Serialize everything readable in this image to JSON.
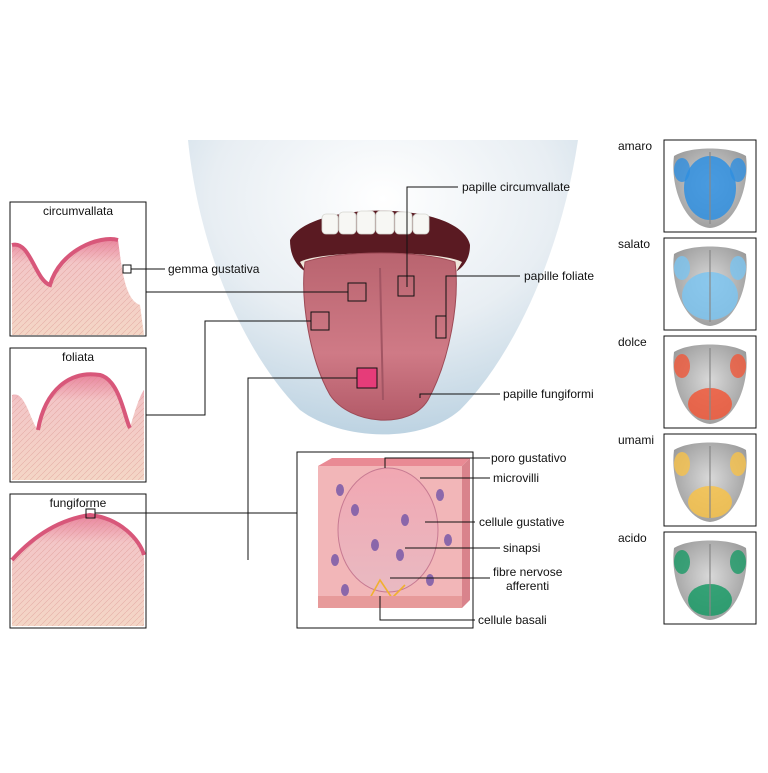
{
  "labels": {
    "papille_circumvallate": "papille circumvallate",
    "papille_foliate": "papille foliate",
    "papille_fungiformi": "papille fungiformi",
    "gemma_gustativa": "gemma gustativa",
    "poro_gustativo": "poro gustativo",
    "microvilli": "microvilli",
    "cellule_gustative": "cellule gustative",
    "sinapsi": "sinapsi",
    "fibre_nervose_1": "fibre nervose",
    "fibre_nervose_2": "afferenti",
    "cellule_basali": "cellule basali"
  },
  "panels": {
    "circumvallata": "circumvallata",
    "foliata": "foliata",
    "fungiforme": "fungiforme"
  },
  "tastes": [
    {
      "name": "amaro",
      "color": "#2f8fe0",
      "zone": "back"
    },
    {
      "name": "salato",
      "color": "#7cc4f0",
      "zone": "sides-front"
    },
    {
      "name": "dolce",
      "color": "#f0583a",
      "zone": "tip"
    },
    {
      "name": "umami",
      "color": "#f7c24a",
      "zone": "sides-tip"
    },
    {
      "name": "acido",
      "color": "#1a9a66",
      "zone": "tip-sides"
    }
  ],
  "colors": {
    "tissue_pink": "#e98ca3",
    "tissue_light": "#f6d9cf",
    "tongue": "#c86b78",
    "line": "#111111"
  }
}
